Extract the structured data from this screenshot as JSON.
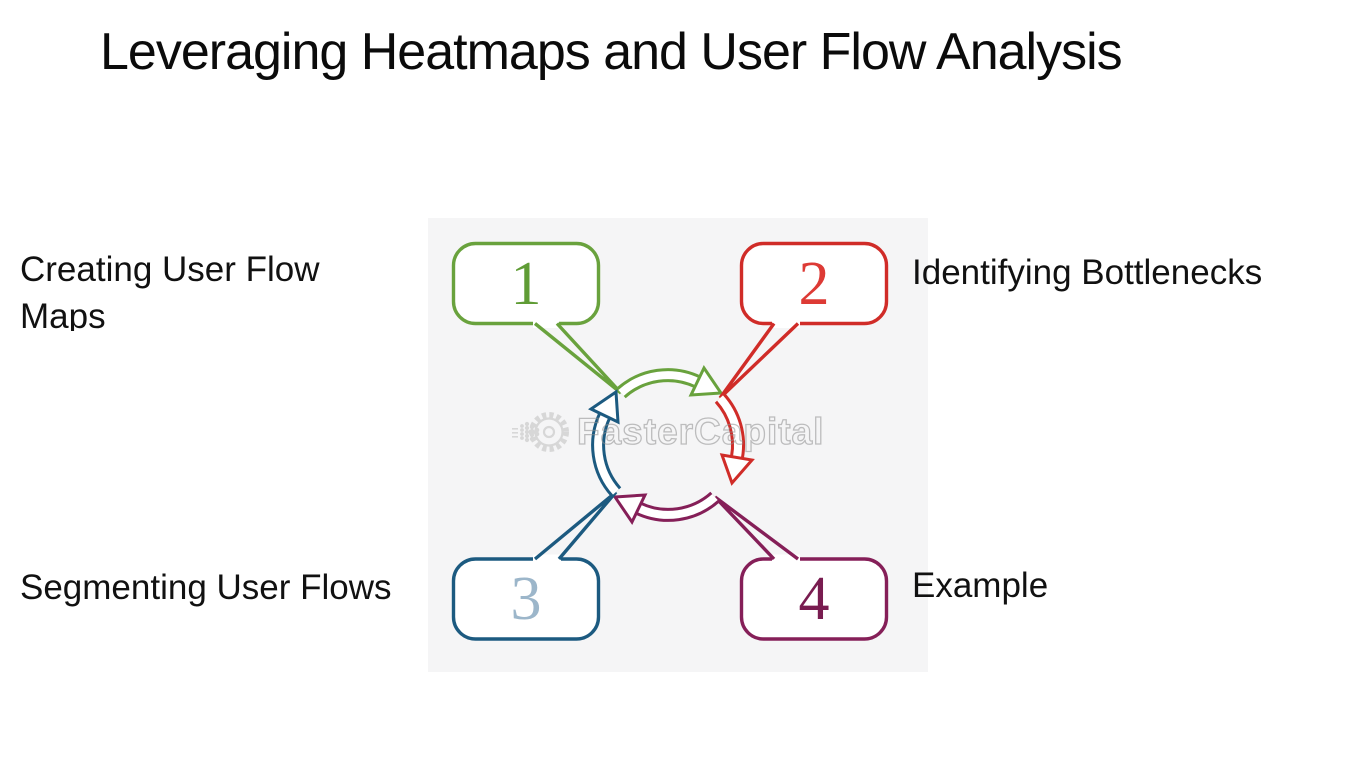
{
  "title": "Leveraging Heatmaps and User Flow Analysis",
  "watermark": {
    "brand": "FasterCapital"
  },
  "diagram": {
    "type": "cycle",
    "steps": [
      {
        "number": "1",
        "label": "Creating User Flow Maps",
        "position": "top-left",
        "color": "#69a23d",
        "number_color": "#5f9c35"
      },
      {
        "number": "2",
        "label": "Identifying Bottlenecks",
        "position": "top-right",
        "color": "#d02c28",
        "number_color": "#dd3a35"
      },
      {
        "number": "3",
        "label": "Segmenting User Flows",
        "position": "bottom-left",
        "color": "#1c5a80",
        "number_color": "#9cb6ca"
      },
      {
        "number": "4",
        "label": "Example",
        "position": "bottom-right",
        "color": "#851f58",
        "number_color": "#791c50"
      }
    ]
  }
}
